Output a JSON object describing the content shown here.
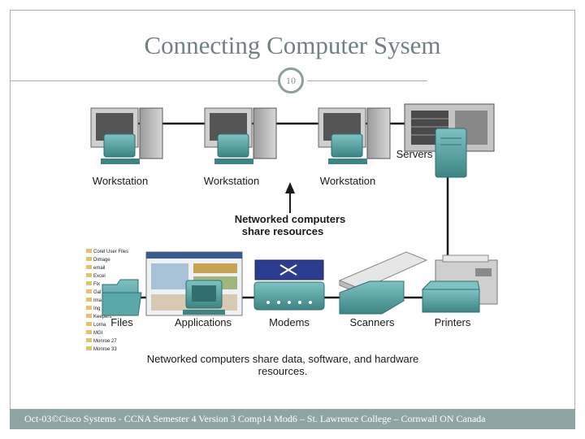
{
  "slide": {
    "title": "Connecting Computer Sysem",
    "number": "10",
    "footer": "Oct-03©Cisco Systems - CCNA Semester 4 Version 3 Comp14 Mod6 – St. Lawrence College – Cornwall ON Canada"
  },
  "diagram": {
    "workstations": [
      "Workstation",
      "Workstation",
      "Workstation"
    ],
    "servers": "Servers",
    "center_label": [
      "Networked computers",
      "share resources"
    ],
    "devices": {
      "files": "Files",
      "applications": "Applications",
      "modems": "Modems",
      "scanners": "Scanners",
      "printers": "Printers"
    },
    "file_list": [
      "Corel User Files",
      "Dimage",
      "email",
      "Excel",
      "Fix",
      "Gal",
      "Ima",
      "Ing",
      "Keepers",
      "Lorna",
      "MGI",
      "Monroe 27",
      "Monroe 33"
    ],
    "caption": [
      "Networked computers share data, software, and hardware",
      "resources."
    ]
  },
  "colors": {
    "accent": "#8fa5a5",
    "teal": "#4e9a9a",
    "navy": "#2c3d8f"
  }
}
